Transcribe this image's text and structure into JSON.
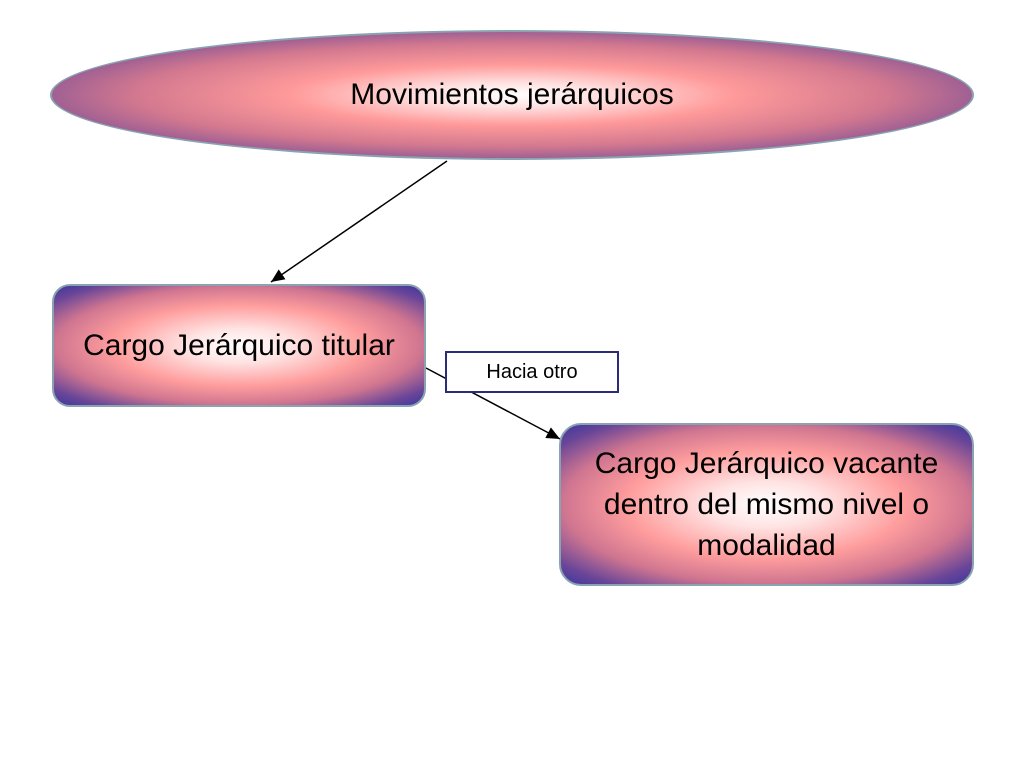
{
  "diagram": {
    "root": {
      "label": "Movimientos jerárquicos"
    },
    "child_a": {
      "label": "Cargo Jerárquico titular"
    },
    "child_b": {
      "label": "Cargo Jerárquico vacante dentro del mismo nivel o modalidad"
    },
    "edge_label": "Hacia otro",
    "colors": {
      "gradient_center": "#ffffff",
      "gradient_mid": "#ff9a9a",
      "gradient_edge": "#3b349d",
      "node_border": "#8aa3b1",
      "label_border": "#2b2b7a",
      "connector": "#000000"
    }
  }
}
